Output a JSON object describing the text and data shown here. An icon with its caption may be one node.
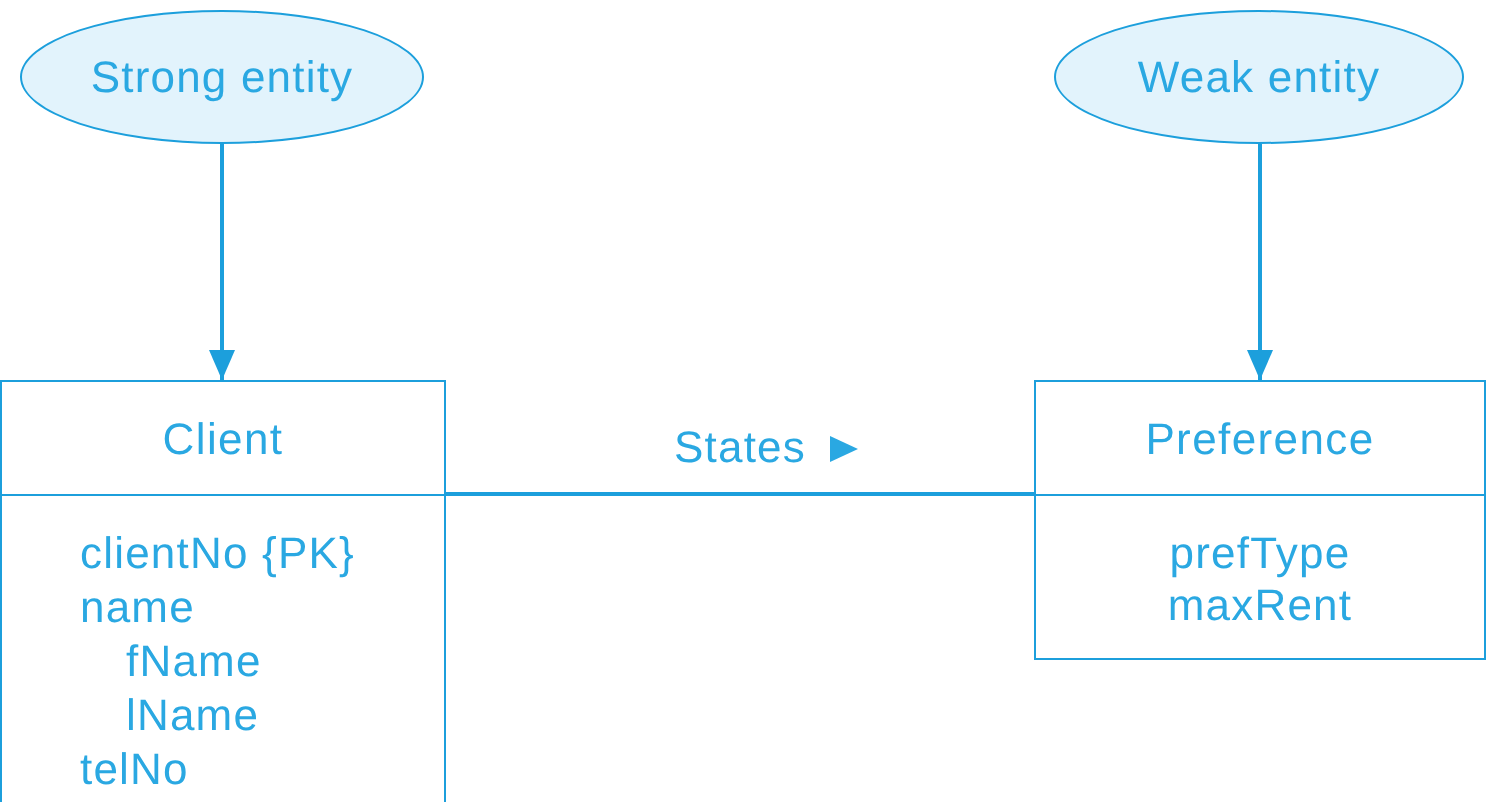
{
  "diagram": {
    "nodes": [
      {
        "text": [
          "Strong entity"
        ]
      },
      {
        "text": [
          "Weak entity"
        ]
      },
      {
        "text": [
          "Client",
          "clientNo {PK}",
          "name",
          "fName",
          "lName",
          "telNo"
        ]
      },
      {
        "text": [
          "Preference",
          "prefType",
          "maxRent"
        ]
      }
    ],
    "edges": [
      {
        "from": 0,
        "to": 2,
        "arrow": "to"
      },
      {
        "from": 1,
        "to": 3,
        "arrow": "to"
      },
      {
        "from": 2,
        "to": 3,
        "arrow": "none",
        "label": "States"
      }
    ]
  }
}
